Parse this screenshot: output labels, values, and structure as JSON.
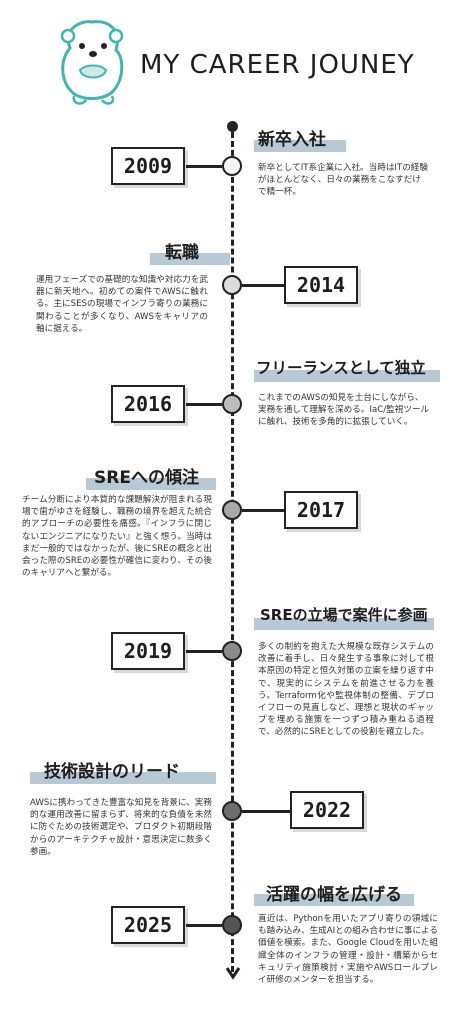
{
  "title": "MY CAREER JOUNEY",
  "colors": {
    "highlight": "#b8c9d6",
    "ink": "#222222",
    "otter": "#3fb6ae"
  },
  "icons": {
    "mascot": "otter-icon",
    "timeline_start": "dot-icon",
    "timeline_end": "arrow-down-icon"
  },
  "events": [
    {
      "year": "2009",
      "title": "新卒入社",
      "desc": "新卒としてIT系企業に入社。当時はITの経験がほとんどなく、日々の業務をこなすだけで精一杯。"
    },
    {
      "year": "2014",
      "title": "転職",
      "desc": "運用フェーズでの基礎的な知識や対応力を武器に新天地へ。初めての案件でAWSに触れる。主にSESの現場でインフラ寄りの業務に関わることが多くなり、AWSをキャリアの軸に据える。"
    },
    {
      "year": "2016",
      "title": "フリーランスとして独立",
      "desc": "これまでのAWSの知見を土台にしながら、実務を通して理解を深める。IaC/監視ツールに触れ、技術を多角的に拡張していく。"
    },
    {
      "year": "2017",
      "title": "SREへの傾注",
      "desc": "チーム分断により本質的な課題解決が阻まれる現場で歯がゆさを経験し、職務の境界を超えた統合的アプローチの必要性を痛感。『インフラに閉じないエンジニアになりたい』と強く想う。当時はまだ一般的ではなかったが、後にSREの概念と出会った際のSREの必要性が確信に変わり、その後のキャリアへと繋がる。"
    },
    {
      "year": "2019",
      "title": "SREの立場で案件に参画",
      "desc": "多くの制約を抱えた大規模な既存システムの改善に着手し、日々発生する事象に対して根本原因の特定と恒久対策の立案を繰り返す中で、現実的にシステムを前進させる力を養う。Terraform化や監視体制の整備、デプロイフローの見直しなど、理想と現状のギャップを埋める施策を一つずつ積み重ねる過程で、必然的にSREとしての役割を確立した。"
    },
    {
      "year": "2022",
      "title": "技術設計のリード",
      "desc": "AWSに携わってきた豊富な知見を背景に、実務的な運用改善に留まらず、将来的な負債を未然に防ぐための技術選定や、プロダクト初期段階からのアーキテクチャ設計・意思決定に数多く参画。"
    },
    {
      "year": "2025",
      "title": "活躍の幅を広げる",
      "desc": "直近は、Pythonを用いたアプリ寄りの領域にも踏み込み、生成AIとの組み合わせに事による価値を模索。また、Google Cloudを用いた組織全体のインフラの管理・設計・構築からセキュリティ施策検討・実施やAWSロールプレイ研修のメンターを担当する。"
    }
  ]
}
